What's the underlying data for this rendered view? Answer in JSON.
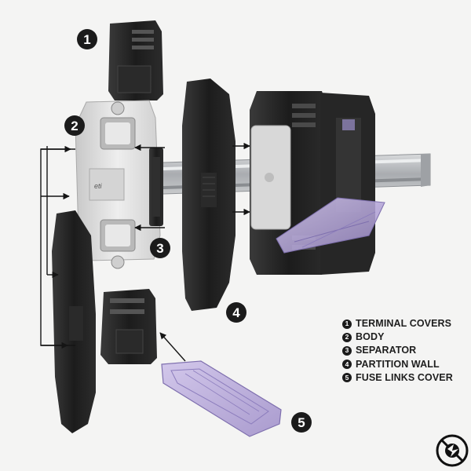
{
  "callouts": [
    {
      "num": "1"
    },
    {
      "num": "2"
    },
    {
      "num": "3"
    },
    {
      "num": "4"
    },
    {
      "num": "5"
    }
  ],
  "legend": [
    {
      "num": "1",
      "label": "TERMINAL COVERS"
    },
    {
      "num": "2",
      "label": "BODY"
    },
    {
      "num": "3",
      "label": "SEPARATOR"
    },
    {
      "num": "4",
      "label": "PARTITION WALL"
    },
    {
      "num": "5",
      "label": "FUSE LINKS COVER"
    }
  ],
  "logo": {
    "name": "brand-seal"
  },
  "colors": {
    "background": "#f4f4f3",
    "plastic_dark": "#1c1c1c",
    "body_white": "#dcdcdc",
    "rail_steel": "#b9bcbf",
    "fuse_cover_purple": "#b7a8d8"
  }
}
